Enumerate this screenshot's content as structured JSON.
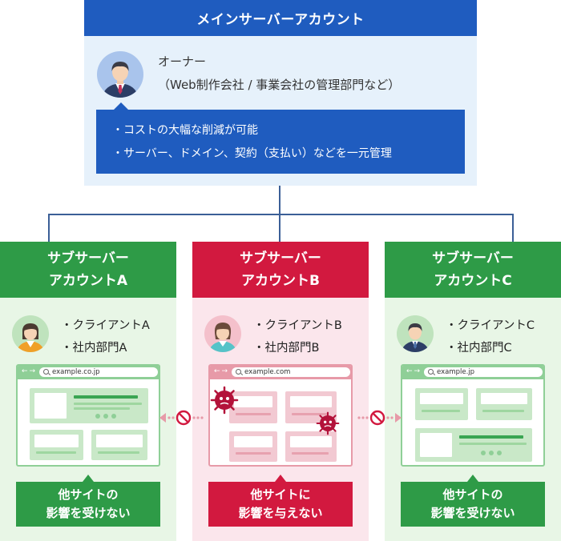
{
  "main": {
    "title": "メインサーバーアカウント",
    "owner_role": "オーナー",
    "owner_desc": "（Web制作会社 / 事業会社の管理部門など）",
    "benefits": [
      "・コストの大幅な削減が可能",
      "・サーバー、ドメイン、契約（支払い）などを一元管理"
    ]
  },
  "subs": [
    {
      "title_line1": "サブサーバー",
      "title_line2": "アカウントA",
      "client": "・クライアントA",
      "dept": "・社内部門A",
      "url": "example.co.jp",
      "caption_line1": "他サイトの",
      "caption_line2": "影響を受けない"
    },
    {
      "title_line1": "サブサーバー",
      "title_line2": "アカウントB",
      "client": "・クライアントB",
      "dept": "・社内部門B",
      "url": "example.com",
      "caption_line1": "他サイトに",
      "caption_line2": "影響を与えない"
    },
    {
      "title_line1": "サブサーバー",
      "title_line2": "アカウントC",
      "client": "・クライアントC",
      "dept": "・社内部門C",
      "url": "example.jp",
      "caption_line1": "他サイトの",
      "caption_line2": "影響を受けない"
    }
  ],
  "colors": {
    "main_blue": "#1f5cbf",
    "main_bg": "#e6f1fb",
    "safe_green": "#2e9b47",
    "safe_bg": "#e8f6e6",
    "danger_red": "#d2193f",
    "danger_bg": "#fbe6ec",
    "connector": "#3b5f97"
  },
  "icons": {
    "owner": "businessman-avatar-icon",
    "sub_a": "woman-avatar-icon",
    "sub_b": "nurse-avatar-icon",
    "sub_c": "man-avatar-icon",
    "virus": "virus-icon",
    "blocked": "no-entry-icon"
  }
}
